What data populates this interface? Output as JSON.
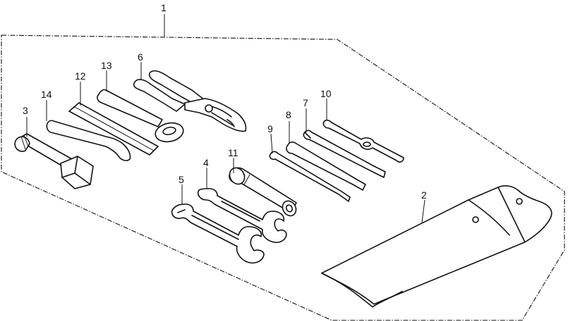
{
  "callouts": {
    "kit": "1",
    "bag": "2",
    "plug_wrench": "3",
    "wrench_a": "4",
    "wrench_b": "5",
    "pliers": "6",
    "screwdriver_grip": "7",
    "screwdriver_a": "8",
    "screwdriver_b": "9",
    "screwdriver_c": "10",
    "handle": "11",
    "bar": "12",
    "ring_spanner": "13",
    "hook_spanner": "14"
  }
}
